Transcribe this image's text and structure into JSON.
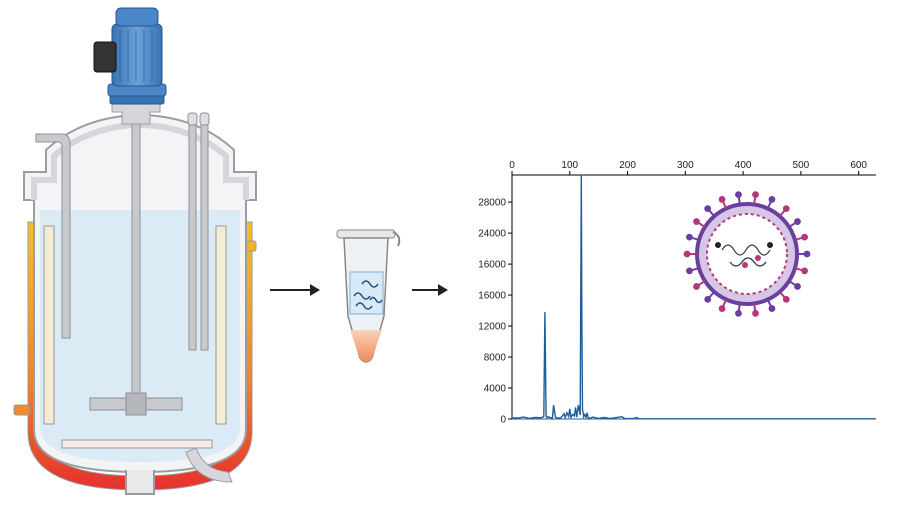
{
  "icons": {
    "bioreactor": "bioreactor-icon",
    "motor": "motor-icon",
    "tube": "microcentrifuge-tube-icon",
    "virus": "virus-particle-icon",
    "arrow": "right-arrow-icon"
  },
  "colors": {
    "motor_blue": "#4a86c8",
    "liquid": "#d8eaf6",
    "heat_top": "#f4c12a",
    "heat_bottom": "#e5312e",
    "steel": "#c7c9cc",
    "arrow": "#222222",
    "trace": "#1f5f99",
    "virus_purple": "#6a3fa0",
    "virus_magenta": "#b2387a"
  },
  "chart_data": {
    "type": "line",
    "title": "",
    "xlabel": "",
    "ylabel": "",
    "x_ticks": [
      "0",
      "100",
      "200",
      "300",
      "400",
      "500",
      "600"
    ],
    "y_ticks": [
      "0",
      "4000",
      "8000",
      "12000",
      "16000",
      "16000",
      "24000",
      "28000"
    ],
    "x_range": [
      0,
      630
    ],
    "y_range": [
      0,
      31500
    ],
    "x_axis_position": "top",
    "grid": false,
    "series": [
      {
        "x": [
          0,
          5,
          10,
          20,
          30,
          40,
          50,
          55,
          57,
          59,
          61,
          63,
          65,
          70,
          72,
          75,
          77,
          80,
          85,
          90,
          92,
          95,
          98,
          100,
          102,
          105,
          108,
          110,
          112,
          115,
          118,
          120,
          121,
          122,
          123,
          124,
          126,
          128,
          130,
          132,
          135,
          140,
          150,
          160,
          170,
          190,
          195,
          210,
          215,
          220,
          300,
          400,
          500,
          630
        ],
        "y": [
          100,
          150,
          120,
          250,
          80,
          200,
          150,
          300,
          13800,
          400,
          150,
          300,
          200,
          120,
          1800,
          300,
          150,
          100,
          200,
          700,
          200,
          800,
          350,
          1300,
          200,
          600,
          400,
          1500,
          250,
          1800,
          500,
          31500,
          12000,
          1200,
          900,
          300,
          600,
          200,
          800,
          150,
          100,
          250,
          80,
          200,
          50,
          300,
          80,
          50,
          200,
          30,
          30,
          30,
          30,
          30
        ]
      }
    ]
  }
}
